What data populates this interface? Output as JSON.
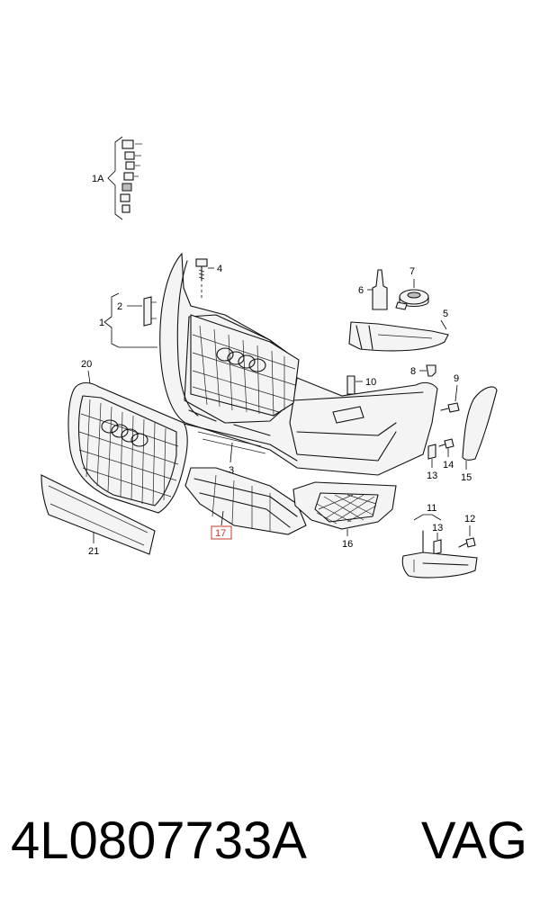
{
  "diagram": {
    "callouts": {
      "c1A": "1A",
      "c1": "1",
      "c2": "2",
      "c3": "3",
      "c4": "4",
      "c5": "5",
      "c6": "6",
      "c7": "7",
      "c8": "8",
      "c9": "9",
      "c10": "10",
      "c11": "11",
      "c12": "12",
      "c13a": "13",
      "c13b": "13",
      "c14": "14",
      "c15": "15",
      "c16": "16",
      "c17": "17",
      "c20": "20",
      "c21": "21"
    },
    "highlight_color": "#c0392b"
  },
  "caption": {
    "part_number": "4L0807733A",
    "brand": "VAG"
  }
}
